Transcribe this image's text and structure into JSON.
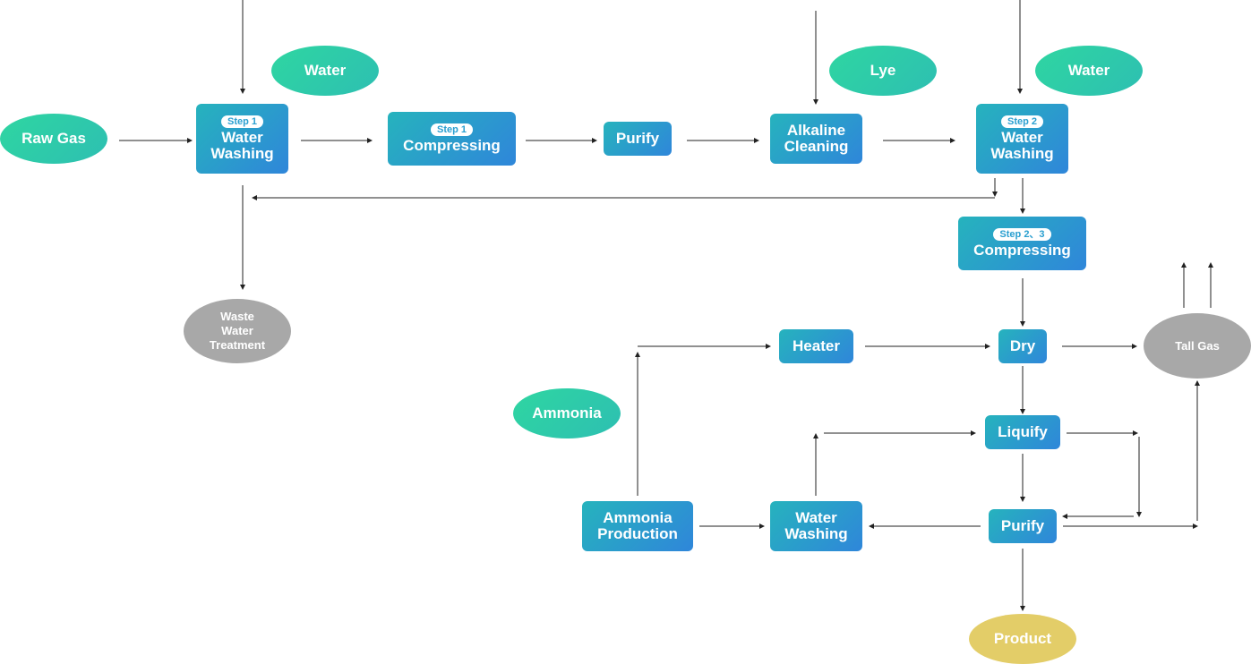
{
  "inputs": {
    "raw_gas": "Raw Gas",
    "water_1": "Water",
    "lye": "Lye",
    "water_2": "Water",
    "ammonia": "Ammonia"
  },
  "outputs": {
    "waste_water": "Waste\nWater\nTreatment",
    "tall_gas": "Tall Gas",
    "product": "Product"
  },
  "steps": {
    "water_washing_1": {
      "badge": "Step 1",
      "label": "Water\nWashing"
    },
    "compressing_1": {
      "badge": "Step 1",
      "label": "Compressing"
    },
    "purify_1": {
      "label": "Purify"
    },
    "alkaline_cleaning": {
      "label": "Alkaline\nCleaning"
    },
    "water_washing_2": {
      "badge": "Step 2",
      "label": "Water\nWashing"
    },
    "compressing_23": {
      "badge": "Step 2、3",
      "label": "Compressing"
    },
    "heater": {
      "label": "Heater"
    },
    "dry": {
      "label": "Dry"
    },
    "liquify": {
      "label": "Liquify"
    },
    "purify_2": {
      "label": "Purify"
    },
    "ammonia_production": {
      "label": "Ammonia\nProduction"
    },
    "water_washing_3": {
      "label": "Water\nWashing"
    }
  },
  "colors": {
    "process_gradient": [
      "#26b3bd",
      "#2f86da"
    ],
    "input_gradient": [
      "#2fd6a1",
      "#2dbfb2"
    ],
    "waste": "#a8a8a8",
    "product": "#e3cd68",
    "connector": "#222222"
  }
}
